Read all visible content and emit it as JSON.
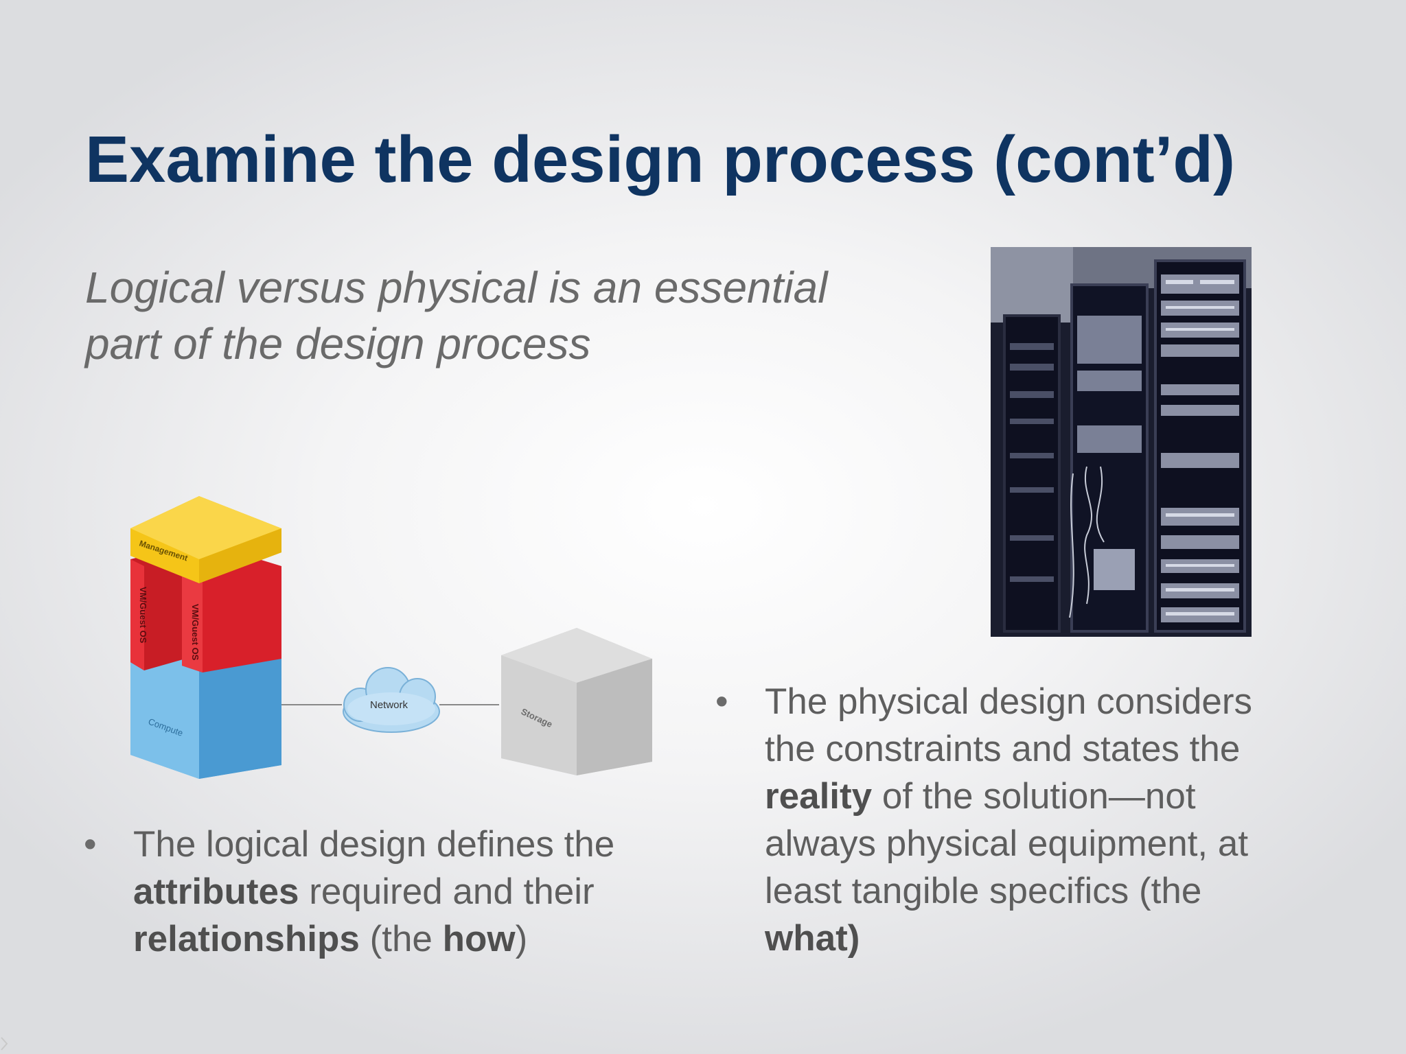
{
  "slide": {
    "title": "Examine the design process (cont’d)",
    "subtitle_lines": [
      "Logical versus physical is an essential",
      "part of the design process"
    ],
    "diagram": {
      "management_label": "Management",
      "vm_label_left": "VM/Guest OS",
      "vm_label_right": "VM/Guest OS",
      "compute_label": "Compute",
      "network_label": "Network",
      "storage_label": "Storage"
    },
    "left_bullet": {
      "marker": "•",
      "t1": "The logical design defines the ",
      "b1": "attributes",
      "t2": " required and their ",
      "b2": "relationships",
      "t3": " (the ",
      "b3": "how",
      "t4": ")"
    },
    "right_bullet": {
      "marker": "•",
      "t1": "The physical design considers the constraints and states the ",
      "b1": "reality",
      "t2": " of the solution—not always physical equipment, at least tangible specifics (the ",
      "b2": "what)"
    },
    "colors": {
      "title": "#0f3461",
      "body_text": "#5e5e5e",
      "management": "#f5c518",
      "vm": "#d8202a",
      "compute": "#5aace0",
      "storage": "#c9c9c9"
    }
  }
}
